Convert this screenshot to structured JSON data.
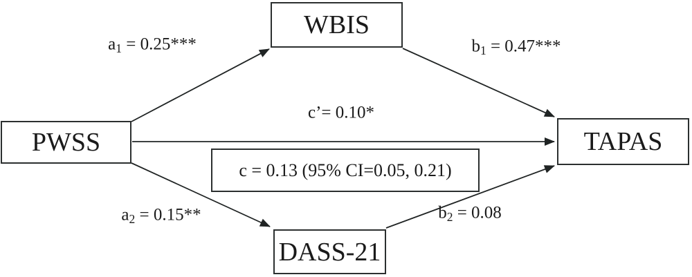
{
  "diagram": {
    "type": "mediation-path-model",
    "nodes": {
      "predictor": "PWSS",
      "mediator_top": "WBIS",
      "mediator_bottom": "DASS-21",
      "outcome": "TAPAS"
    },
    "paths": {
      "a1": {
        "base": "a",
        "sub": "1",
        "rest": " = 0.25***"
      },
      "b1": {
        "base": "b",
        "sub": "1",
        "rest": " = 0.47***"
      },
      "c_prime": {
        "base": "c’",
        "sub": "",
        "rest": "= 0.10*"
      },
      "a2": {
        "base": "a",
        "sub": "2",
        "rest": " = 0.15**"
      },
      "b2": {
        "base": "b",
        "sub": "2",
        "rest": " = 0.08"
      }
    },
    "total_effect": {
      "text": "c = 0.13 (95% CI=0.05, 0.21)"
    },
    "edges": [
      {
        "from": "PWSS",
        "to": "WBIS",
        "label": "a1 = 0.25***"
      },
      {
        "from": "WBIS",
        "to": "TAPAS",
        "label": "b1 = 0.47***"
      },
      {
        "from": "PWSS",
        "to": "TAPAS",
        "label": "c' = 0.10*"
      },
      {
        "from": "PWSS",
        "to": "DASS-21",
        "label": "a2 = 0.15**"
      },
      {
        "from": "DASS-21",
        "to": "TAPAS",
        "label": "b2 = 0.08"
      }
    ]
  },
  "colors": {
    "line": "#202424",
    "text": "#1a1a1a",
    "background": "#ffffff",
    "box_border": "#2b2f2f"
  }
}
